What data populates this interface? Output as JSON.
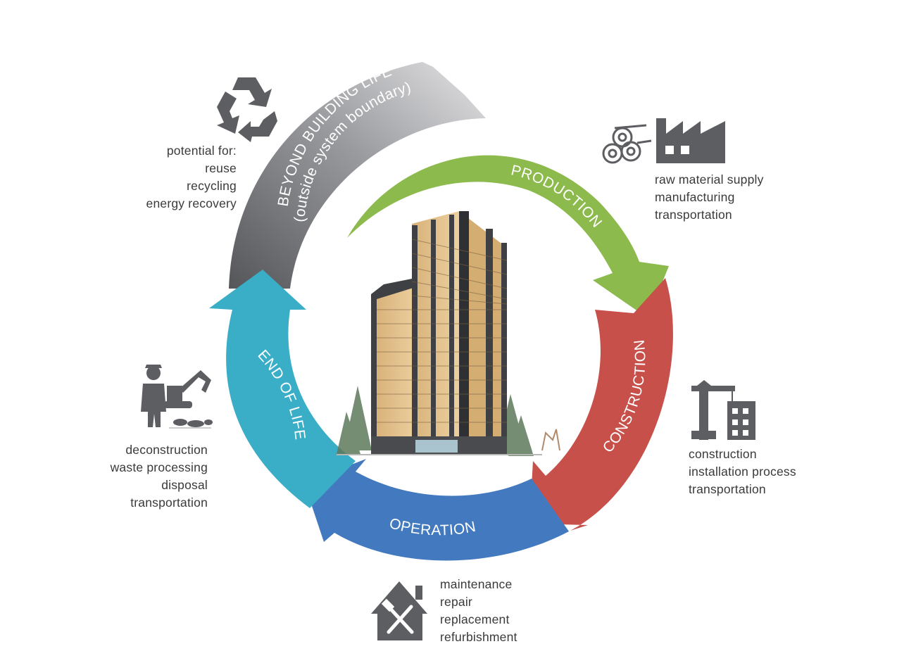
{
  "stages": {
    "beyond": {
      "title": "BEYOND BUILDING LIFE",
      "subtitle": "(outside system boundary)",
      "color": "#8f9094"
    },
    "production": {
      "title": "PRODUCTION",
      "color": "#8cba4c"
    },
    "construction": {
      "title": "CONSTRUCTION",
      "color": "#c7504a"
    },
    "operation": {
      "title": "OPERATION",
      "color": "#4379bf"
    },
    "end_of_life": {
      "title": "END OF LIFE",
      "color": "#3aaec7"
    }
  },
  "descriptions": {
    "beyond": [
      "potential for:",
      "reuse",
      "recycling",
      "energy recovery"
    ],
    "production": [
      "raw material supply",
      "manufacturing",
      "transportation"
    ],
    "construction": [
      "construction",
      "installation process",
      "transportation"
    ],
    "operation": [
      "maintenance",
      "repair",
      "replacement",
      "refurbishment"
    ],
    "end_of_life": [
      "deconstruction",
      "waste processing",
      "disposal",
      "transportation"
    ]
  },
  "icons": {
    "beyond": "recycle-icon",
    "production": "factory-logs-icon",
    "construction": "crane-building-icon",
    "operation": "house-tools-icon",
    "end_of_life": "worker-excavator-icon",
    "center": "timber-tower-building"
  }
}
